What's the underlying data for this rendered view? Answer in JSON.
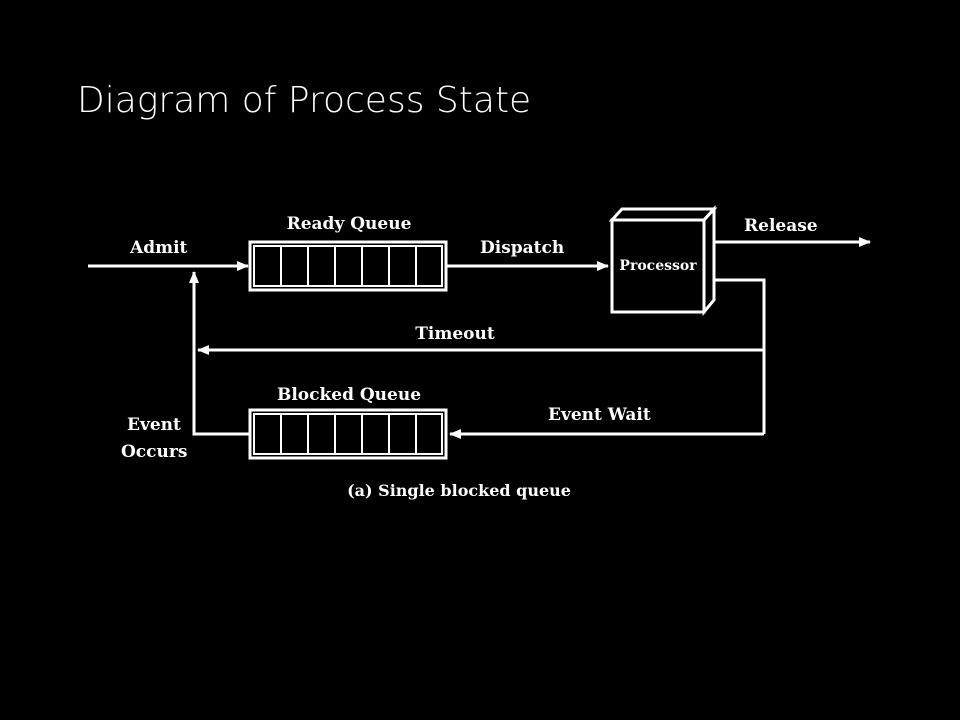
{
  "slide": {
    "title": "Diagram of Process State"
  },
  "diagram": {
    "labels": {
      "admit": "Admit",
      "ready_queue": "Ready Queue",
      "dispatch": "Dispatch",
      "processor": "Processor",
      "release": "Release",
      "timeout": "Timeout",
      "blocked_queue": "Blocked Queue",
      "event_wait": "Event Wait",
      "event_occurs_line1": "Event",
      "event_occurs_line2": "Occurs"
    },
    "caption": "(a) Single blocked queue",
    "colors": {
      "background": "#000000",
      "foreground": "#ffffff"
    }
  }
}
